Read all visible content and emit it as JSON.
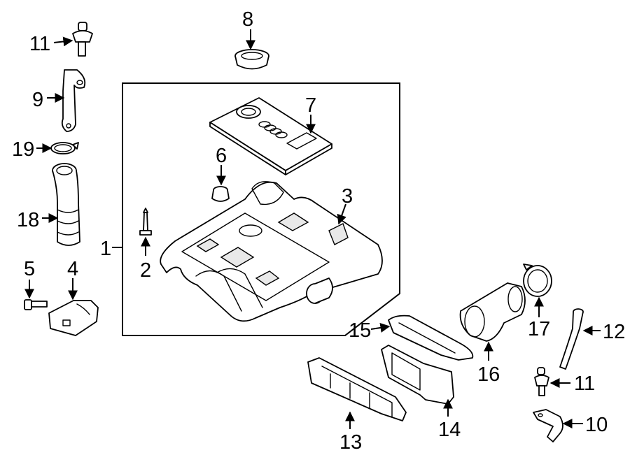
{
  "callouts": [
    {
      "id": "c1",
      "text": "1"
    },
    {
      "id": "c2",
      "text": "2"
    },
    {
      "id": "c3",
      "text": "3"
    },
    {
      "id": "c4",
      "text": "4"
    },
    {
      "id": "c5",
      "text": "5"
    },
    {
      "id": "c6",
      "text": "6"
    },
    {
      "id": "c7",
      "text": "7"
    },
    {
      "id": "c8",
      "text": "8"
    },
    {
      "id": "c9",
      "text": "9"
    },
    {
      "id": "c10",
      "text": "10"
    },
    {
      "id": "c11a",
      "text": "11"
    },
    {
      "id": "c11b",
      "text": "11"
    },
    {
      "id": "c12",
      "text": "12"
    },
    {
      "id": "c13",
      "text": "13"
    },
    {
      "id": "c14",
      "text": "14"
    },
    {
      "id": "c15",
      "text": "15"
    },
    {
      "id": "c16",
      "text": "16"
    },
    {
      "id": "c17",
      "text": "17"
    },
    {
      "id": "c18",
      "text": "18"
    },
    {
      "id": "c19",
      "text": "19"
    }
  ]
}
